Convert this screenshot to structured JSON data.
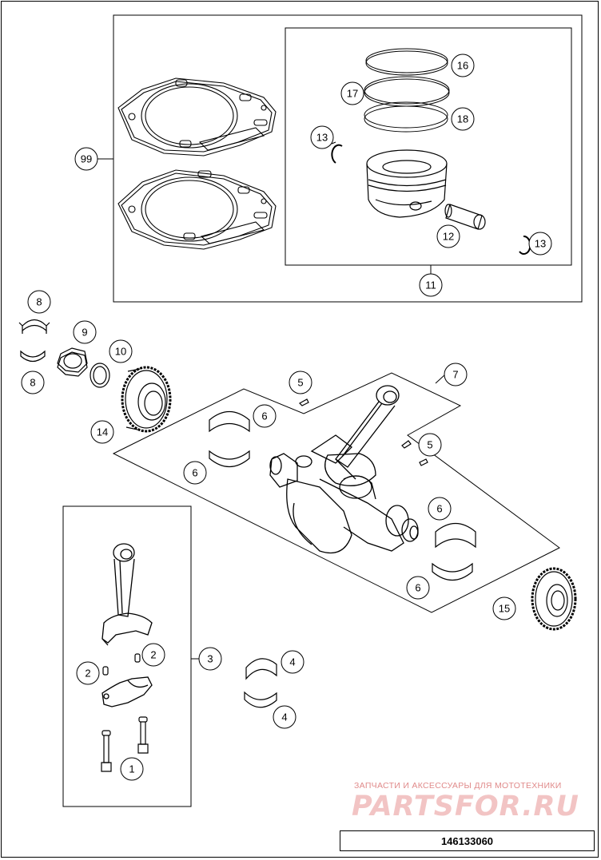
{
  "callouts": {
    "c99": "99",
    "c16": "16",
    "c17": "17",
    "c18": "18",
    "c13a": "13",
    "c13b": "13",
    "c12": "12",
    "c11": "11",
    "c8a": "8",
    "c8b": "8",
    "c9": "9",
    "c10": "10",
    "c14": "14",
    "c5a": "5",
    "c5b": "5",
    "c7": "7",
    "c6a": "6",
    "c6b": "6",
    "c6c": "6",
    "c6d": "6",
    "c15": "15",
    "c3": "3",
    "c2a": "2",
    "c2b": "2",
    "c4a": "4",
    "c4b": "4",
    "c1": "1"
  },
  "watermark": {
    "tagline": "ЗАПЧАСТИ И АКСЕССУАРЫ ДЛЯ МОТОТЕХНИКИ",
    "brand": "PARTSFOR.RU"
  },
  "footer": {
    "part_number": "146133060"
  }
}
